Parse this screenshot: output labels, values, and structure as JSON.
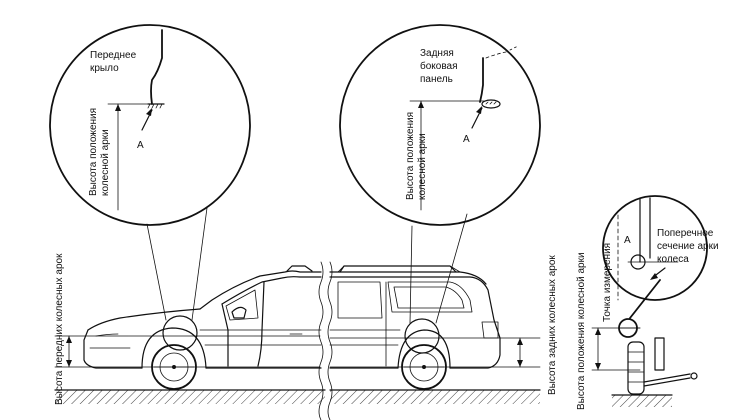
{
  "labels": {
    "front_fender": [
      "Переднее",
      "крыло"
    ],
    "rear_panel": [
      "Задняя",
      "боковая",
      "панель"
    ],
    "point_a": "A",
    "front_circle_height": [
      "Высота положения",
      "колесной арки"
    ],
    "rear_circle_height": [
      "Высота положения",
      "колесной арки"
    ],
    "front_arch_height": "Высота передних колесных арок",
    "rear_arch_height": "Высота задних колесных арок",
    "rear_wheel_arch_position_height": "Высота положения колесной арки",
    "measure_point": "Точка измерения",
    "cross_section": [
      "Поперечное",
      "сечение арки",
      "колеса"
    ]
  },
  "colors": {
    "ink": "#111111",
    "background": "#ffffff"
  }
}
